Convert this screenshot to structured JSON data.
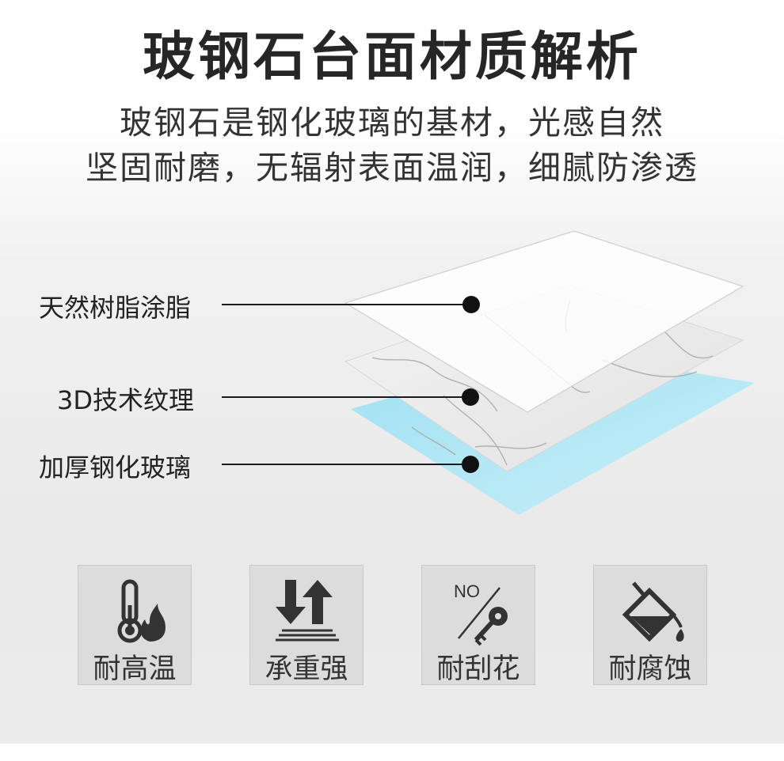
{
  "title": "玻钢石台面材质解析",
  "subtitle_lines": [
    "玻钢石是钢化玻璃的基材，光感自然",
    "坚固耐磨，无辐射表面温润，细腻防渗透"
  ],
  "layers": [
    {
      "label": "天然树脂涂脂"
    },
    {
      "label": "3D技术纹理"
    },
    {
      "label": "加厚钢化玻璃"
    }
  ],
  "features": [
    {
      "label": "耐高温",
      "icon": "thermometer-flame-icon"
    },
    {
      "label": "承重强",
      "icon": "load-arrows-icon"
    },
    {
      "label": "耐刮花",
      "icon": "no-scratch-key-icon",
      "icon_text": "NO"
    },
    {
      "label": "耐腐蚀",
      "icon": "corrosion-bucket-icon"
    }
  ],
  "colors": {
    "glass_layer": "#a9e3f3",
    "feature_bg": "#dcdcdc",
    "icon": "#333333"
  }
}
